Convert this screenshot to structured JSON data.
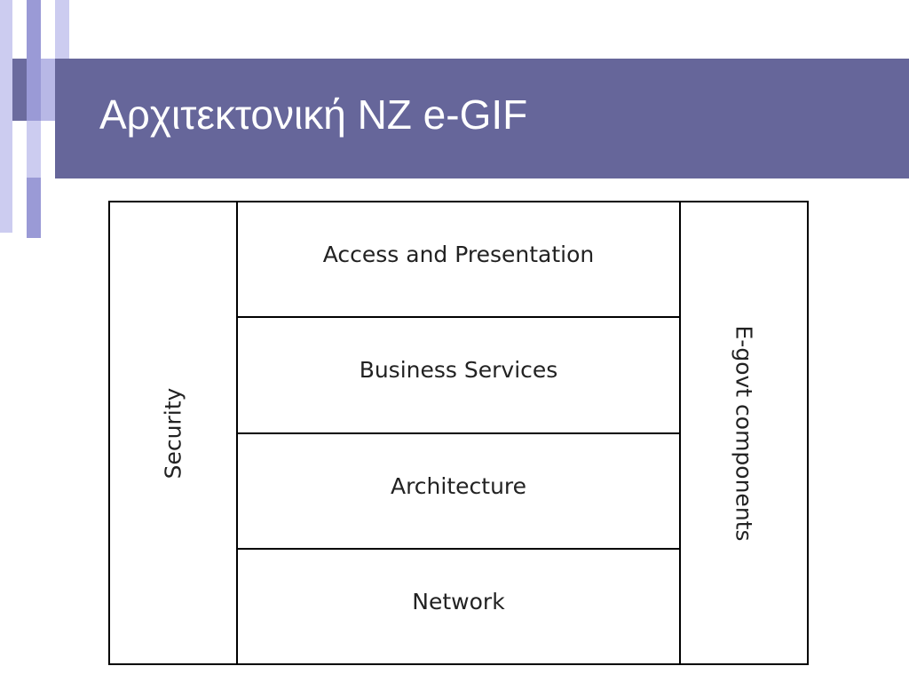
{
  "slide": {
    "title": "Αρχιτεκτονική NZ e-GIF"
  },
  "diagram": {
    "left_label": "Security",
    "right_label": "E-govt components",
    "layers": [
      {
        "label": "Access and Presentation"
      },
      {
        "label": "Business Services"
      },
      {
        "label": "Architecture"
      },
      {
        "label": "Network"
      }
    ]
  },
  "colors": {
    "title_bar": "#66669a",
    "title_text": "#ffffff",
    "accent_light": "#ccccf0",
    "accent_mid": "#9a9ad6",
    "diagram_border": "#000000"
  }
}
